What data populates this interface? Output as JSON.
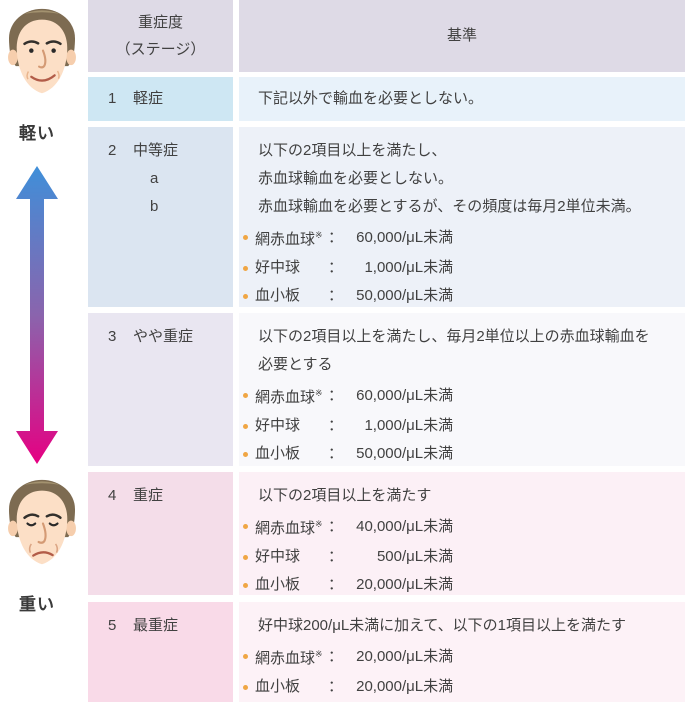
{
  "left_panel": {
    "mild_label": "軽い",
    "severe_label": "重い",
    "mild_face_icon": "smiling-man-face",
    "severe_face_icon": "sad-man-face",
    "arrow_icon": "vertical-double-arrow",
    "arrow_top_color": "#3f8fd9",
    "arrow_mid_color": "#8a64ad",
    "arrow_bottom_color": "#e60082"
  },
  "table": {
    "header": {
      "stage_title_line1": "重症度",
      "stage_title_line2": "（ステージ）",
      "criteria_title": "基準",
      "bg": "#dedae6"
    },
    "colon": "：",
    "bullet_color": "#f0a644",
    "text_color": "#414141",
    "rows": [
      {
        "stage_no": "1",
        "stage_name": "軽症",
        "stage_sub": [],
        "criteria_lines": [
          "下記以外で輸血を必要としない。"
        ],
        "bullets": [],
        "stage_bg": "#cee7f3",
        "criteria_bg": "#e8f2fa"
      },
      {
        "stage_no": "2",
        "stage_name": "中等症",
        "stage_sub": [
          "a",
          "b"
        ],
        "criteria_lines": [
          "以下の2項目以上を満たし、",
          "赤血球輸血を必要としない。",
          "赤血球輸血を必要とするが、その頻度は毎月2単位未満。"
        ],
        "bullets": [
          {
            "label": "網赤血球",
            "note": "※",
            "value": "60,000",
            "unit": "/μL未満"
          },
          {
            "label": "好中球",
            "note": "",
            "value": "1,000",
            "unit": "/μL未満"
          },
          {
            "label": "血小板",
            "note": "",
            "value": "50,000",
            "unit": "/μL未満"
          }
        ],
        "stage_bg": "#dbe5f1",
        "criteria_bg": "#edf1f8"
      },
      {
        "stage_no": "3",
        "stage_name": "やや重症",
        "stage_sub": [],
        "criteria_lines": [
          "以下の2項目以上を満たし、毎月2単位以上の赤血球輸血を",
          "必要とする"
        ],
        "bullets": [
          {
            "label": "網赤血球",
            "note": "※",
            "value": "60,000",
            "unit": "/μL未満"
          },
          {
            "label": "好中球",
            "note": "",
            "value": "1,000",
            "unit": "/μL未満"
          },
          {
            "label": "血小板",
            "note": "",
            "value": "50,000",
            "unit": "/μL未満"
          }
        ],
        "stage_bg": "#e9e6f1",
        "criteria_bg": "#f8f8fb"
      },
      {
        "stage_no": "4",
        "stage_name": "重症",
        "stage_sub": [],
        "criteria_lines": [
          "以下の2項目以上を満たす"
        ],
        "bullets": [
          {
            "label": "網赤血球",
            "note": "※",
            "value": "40,000",
            "unit": "/μL未満"
          },
          {
            "label": "好中球",
            "note": "",
            "value": "500",
            "unit": "/μL未満"
          },
          {
            "label": "血小板",
            "note": "",
            "value": "20,000",
            "unit": "/μL未満"
          }
        ],
        "stage_bg": "#f4dde9",
        "criteria_bg": "#fcf0f6"
      },
      {
        "stage_no": "5",
        "stage_name": "最重症",
        "stage_sub": [],
        "criteria_lines": [
          "好中球200/μL未満に加えて、以下の1項目以上を満たす"
        ],
        "bullets": [
          {
            "label": "網赤血球",
            "note": "※",
            "value": "20,000",
            "unit": "/μL未満"
          },
          {
            "label": "血小板",
            "note": "",
            "value": "20,000",
            "unit": "/μL未満"
          }
        ],
        "stage_bg": "#f9dae8",
        "criteria_bg": "#fdf2f7"
      }
    ]
  }
}
